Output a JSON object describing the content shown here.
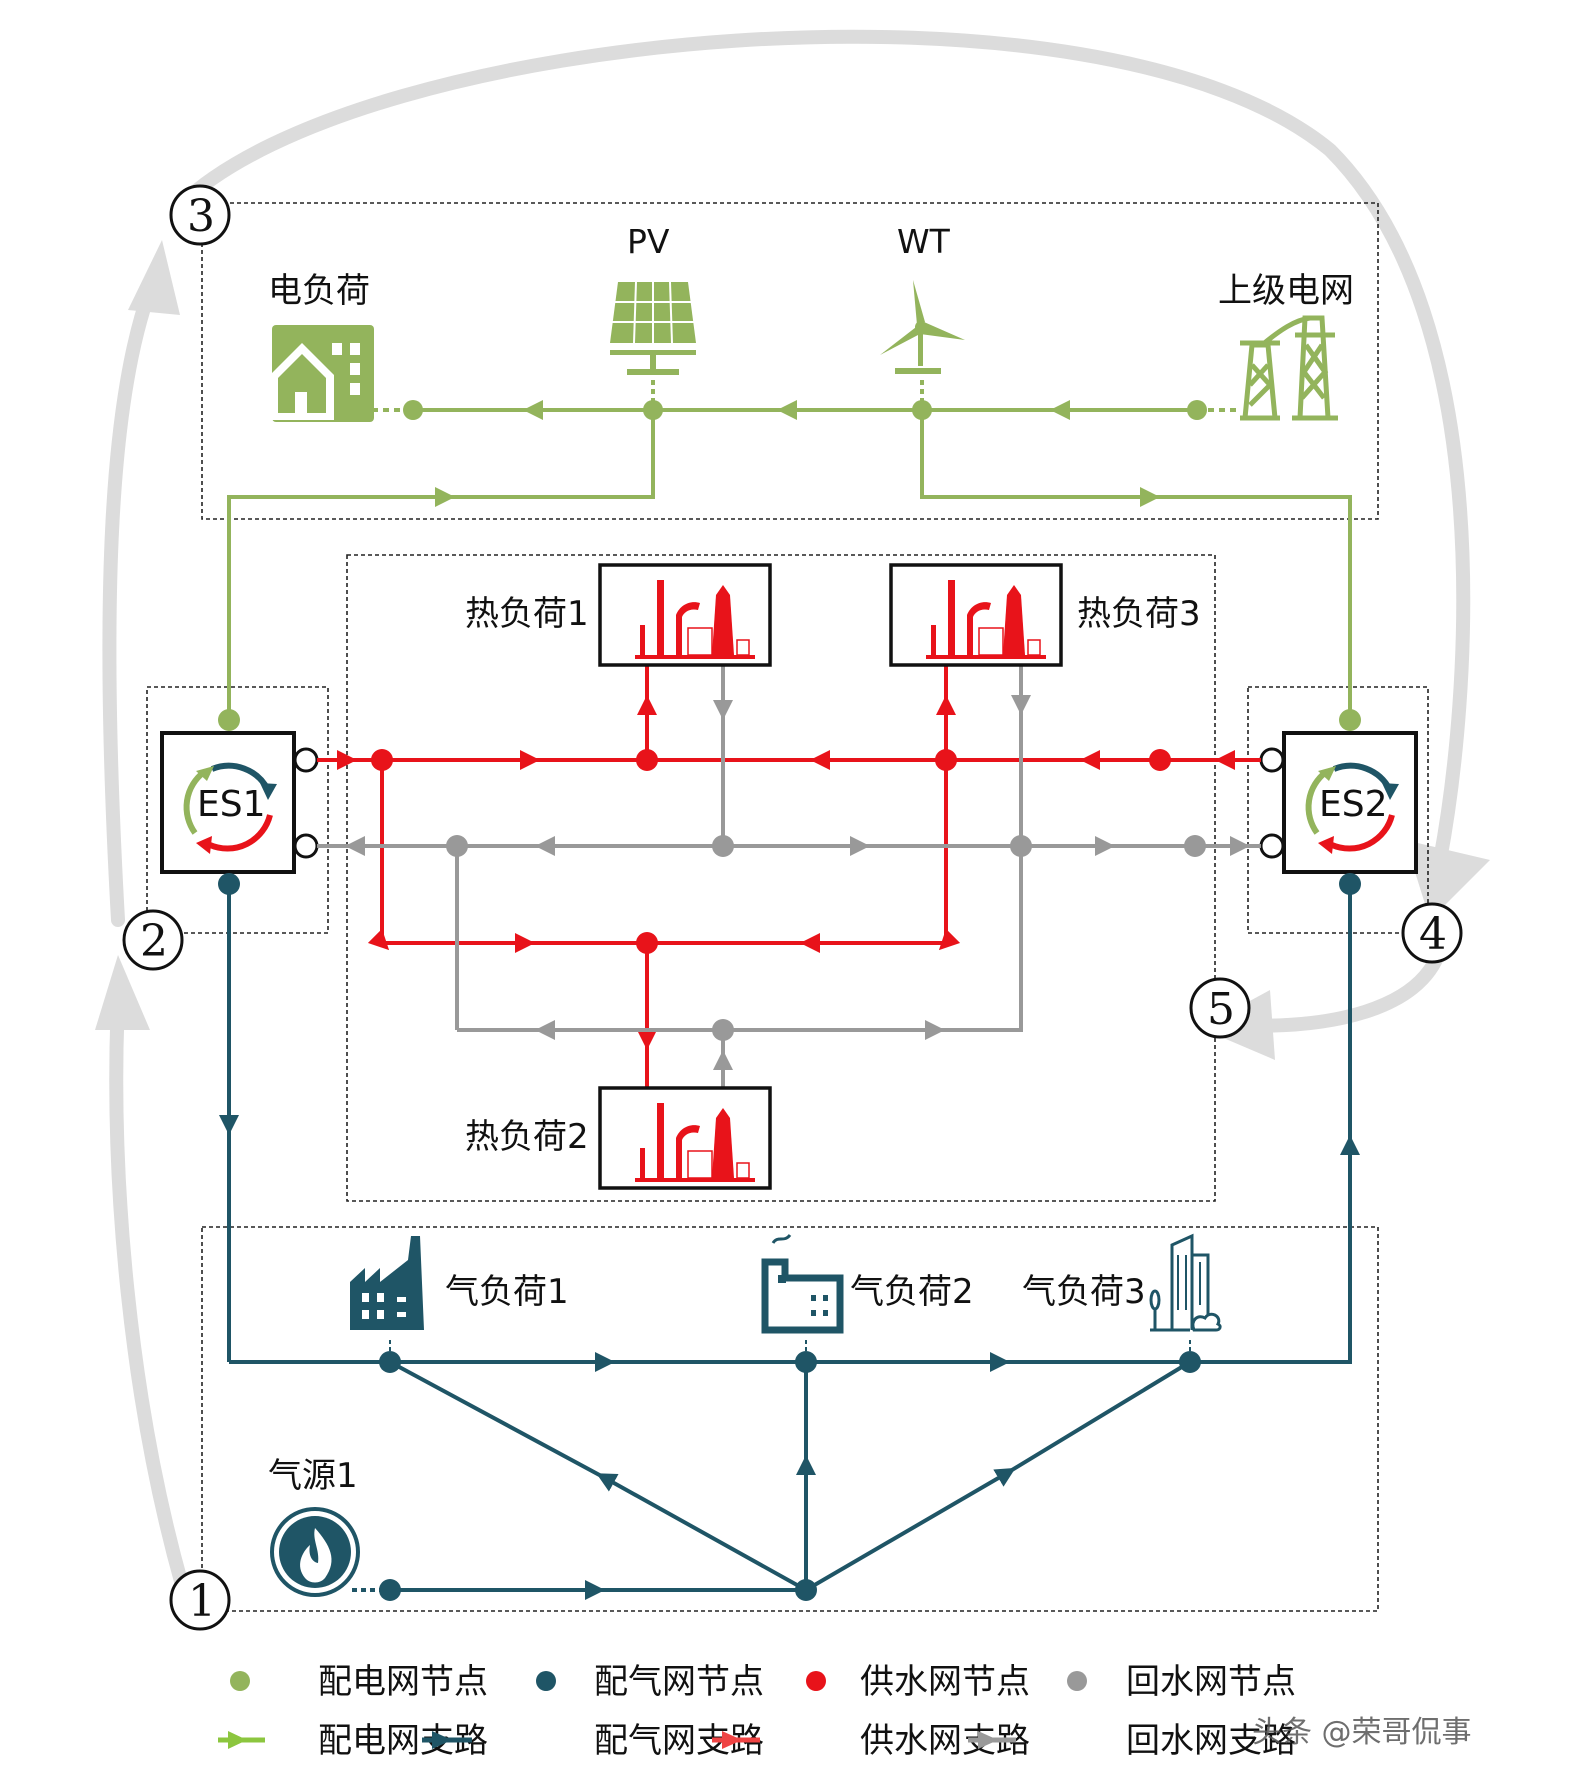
{
  "colors": {
    "power": "#93b45c",
    "gas": "#1f5566",
    "supply_water": "#e8131a",
    "return_water": "#999999",
    "flow_arrow": "#dcdcdc",
    "frame": "#222222"
  },
  "power_network": {
    "electric_load_label": "电负荷",
    "pv_label": "PV",
    "wt_label": "WT",
    "upper_grid_label": "上级电网"
  },
  "energy_stations": [
    {
      "id": "es1",
      "label": "ES1"
    },
    {
      "id": "es2",
      "label": "ES2"
    }
  ],
  "heat_network": {
    "loads": [
      {
        "id": "heat-load-1",
        "label": "热负荷1"
      },
      {
        "id": "heat-load-2",
        "label": "热负荷2"
      },
      {
        "id": "heat-load-3",
        "label": "热负荷3"
      }
    ]
  },
  "gas_network": {
    "loads": [
      {
        "id": "gas-load-1",
        "label": "气负荷1"
      },
      {
        "id": "gas-load-2",
        "label": "气负荷2"
      },
      {
        "id": "gas-load-3",
        "label": "气负荷3"
      }
    ],
    "source_label": "气源1"
  },
  "sequence_markers": [
    "1",
    "2",
    "3",
    "4",
    "5"
  ],
  "legend": {
    "nodes": [
      {
        "label": "配电网节点",
        "color": "#93b45c"
      },
      {
        "label": "配气网节点",
        "color": "#1f5566"
      },
      {
        "label": "供水网节点",
        "color": "#e8131a"
      },
      {
        "label": "回水网节点",
        "color": "#999999"
      }
    ],
    "branches": [
      {
        "label": "配电网支路",
        "color": "#8cc63f"
      },
      {
        "label": "配气网支路",
        "color": "#1f5566"
      },
      {
        "label": "供水网支路",
        "color": "#ef4444"
      },
      {
        "label": "回水网支路",
        "color": "#999999"
      }
    ]
  },
  "watermark": "头条 @荣哥侃事"
}
